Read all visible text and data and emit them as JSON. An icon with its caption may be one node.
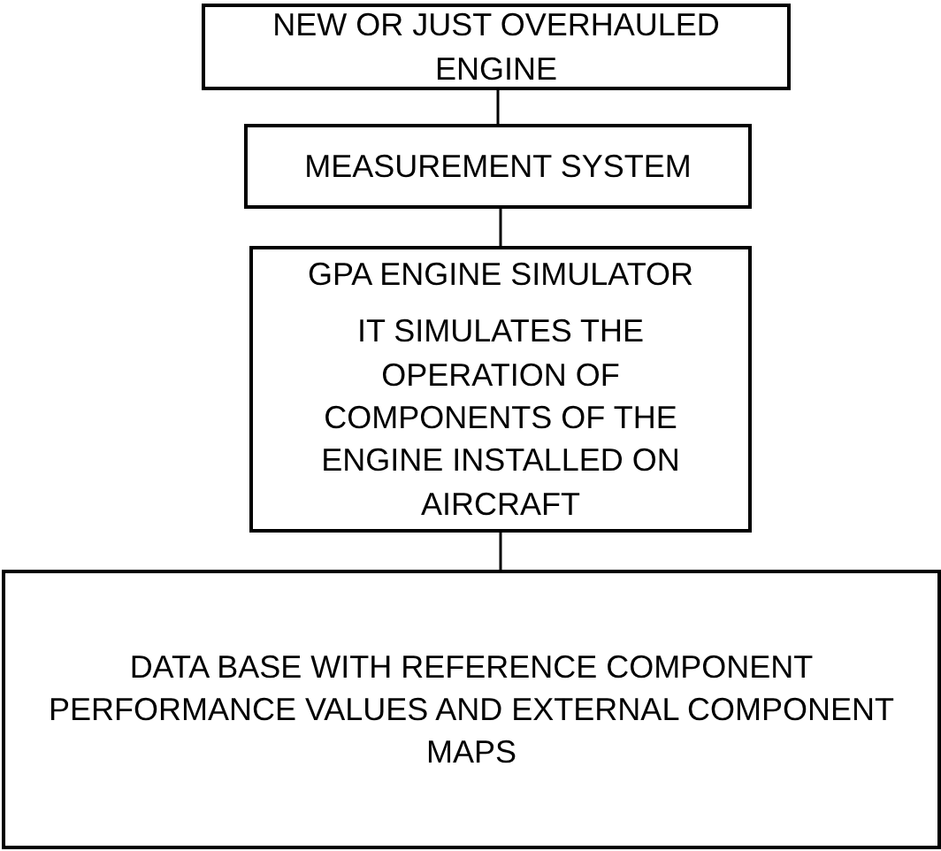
{
  "diagram": {
    "nodes": [
      {
        "text": [
          "NEW OR JUST OVERHAULED ENGINE"
        ]
      },
      {
        "text": [
          "MEASUREMENT SYSTEM"
        ]
      },
      {
        "text": [
          "GPA ENGINE SIMULATOR",
          "IT SIMULATES THE OPERATION OF COMPONENTS OF THE ENGINE INSTALLED ON AIRCRAFT"
        ]
      },
      {
        "text": [
          "DATA BASE WITH REFERENCE COMPONENT PERFORMANCE VALUES AND EXTERNAL COMPONENT MAPS"
        ]
      }
    ],
    "edges": [
      {
        "from": 0,
        "to": 1,
        "arrow": "none"
      },
      {
        "from": 1,
        "to": 2,
        "arrow": "none"
      },
      {
        "from": 2,
        "to": 3,
        "arrow": "none"
      }
    ]
  }
}
